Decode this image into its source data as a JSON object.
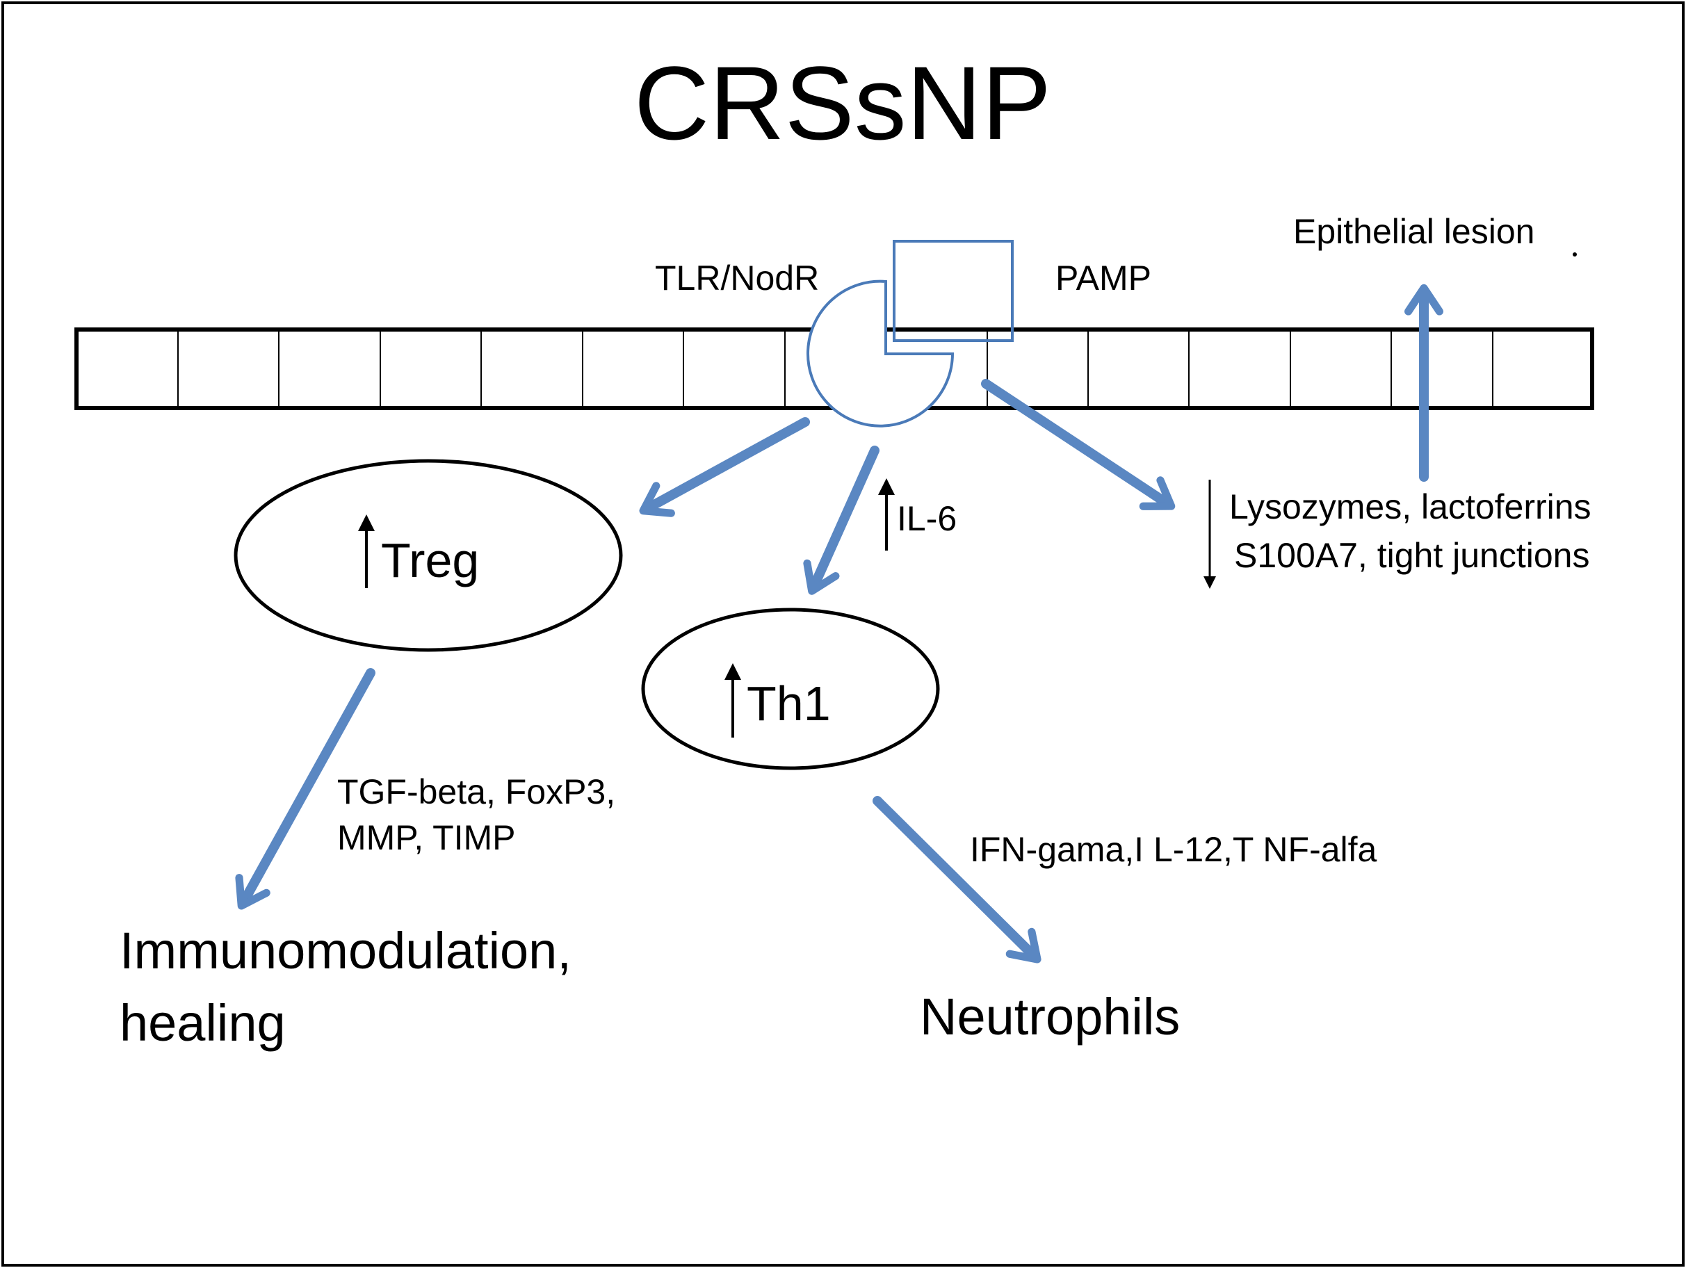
{
  "title": "CRSsNP",
  "labels": {
    "receptor": "TLR/NodR",
    "pamp": "PAMP",
    "epithelial_lesion": "Epithelial lesion",
    "il6": "IL-6",
    "defense_line1": "Lysozymes, lactoferrins",
    "defense_line2": "S100A7, tight junctions",
    "treg_mediators_line1": "TGF-beta, FoxP3,",
    "treg_mediators_line2": "MMP, TIMP",
    "th1_mediators": "IFN-gama,I L-12,T NF-alfa"
  },
  "nodes": {
    "treg": "Treg",
    "th1": "Th1"
  },
  "outcomes": {
    "immunomodulation_line1": "Immunomodulation,",
    "immunomodulation_line2": "healing",
    "neutrophils": "Neutrophils"
  },
  "colors": {
    "arrow": "#5a87c2",
    "outline": "#000000",
    "receptor_stroke": "#4a7ab8"
  }
}
